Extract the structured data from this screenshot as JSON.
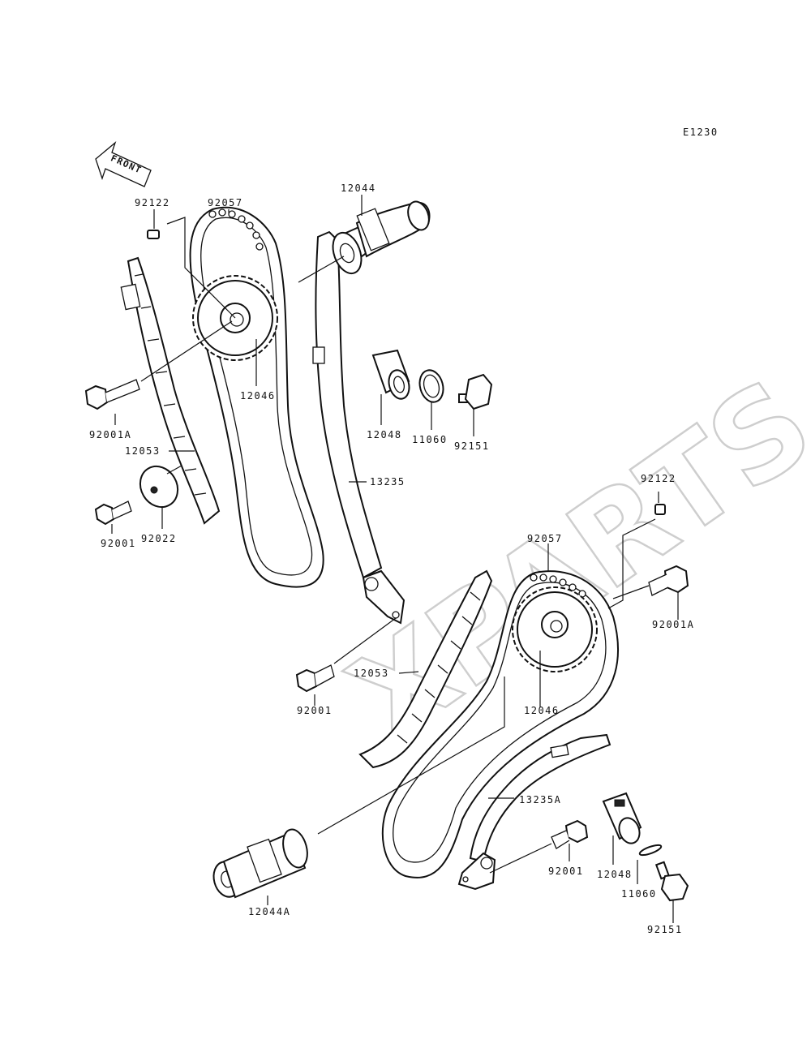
{
  "diagram_code": "E1230",
  "direction_label": "FRONT",
  "watermark": "XPARTS",
  "colors": {
    "line": "#111111",
    "watermark": "#c9c9c9",
    "background": "#ffffff"
  },
  "labels": {
    "top_92122": "92122",
    "top_92057": "92057",
    "top_12044": "12044",
    "top_12046": "12046",
    "top_92001A": "92001A",
    "top_12053": "12053",
    "top_92022": "92022",
    "top_92001": "92001",
    "top_12048": "12048",
    "top_11060": "11060",
    "top_92151": "92151",
    "top_13235": "13235",
    "bot_92122": "92122",
    "bot_92057": "92057",
    "bot_92001A": "92001A",
    "bot_92001_mid": "92001",
    "bot_12053": "12053",
    "bot_12046": "12046",
    "bot_13235A": "13235A",
    "bot_12048": "12048",
    "bot_92001": "92001",
    "bot_11060": "11060",
    "bot_92151": "92151",
    "bot_12044A": "12044A"
  }
}
